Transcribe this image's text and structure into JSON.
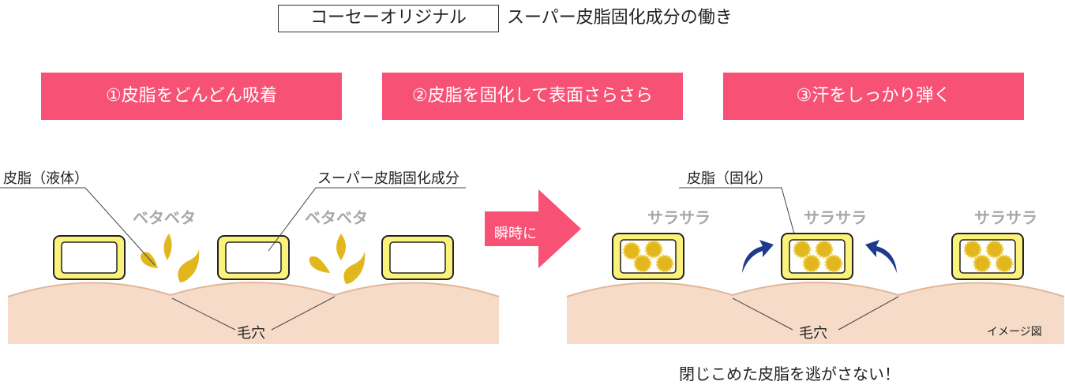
{
  "header": {
    "box_label": "コーセーオリジナル",
    "rest": "スーパー皮脂固化成分の働き"
  },
  "steps": [
    "①皮脂をどんどん吸着",
    "②皮脂を固化して表面さらさら",
    "③汗をしっかり弾く"
  ],
  "left_panel": {
    "label_sebum_liquid": "皮脂（液体）",
    "label_ingredient": "スーパー皮脂固化成分",
    "sticky_1": "ベタベタ",
    "sticky_2": "ベタベタ",
    "pore": "毛穴"
  },
  "arrow": {
    "label": "瞬時に"
  },
  "right_panel": {
    "label_sebum_solid": "皮脂（固化）",
    "smooth_1": "サラサラ",
    "smooth_2": "サラサラ",
    "smooth_3": "サラサラ",
    "pore": "毛穴",
    "image_note": "イメージ図"
  },
  "bottom_caption": "閉じこめた皮脂を逃がさない！",
  "colors": {
    "step_bg": "#f75175",
    "skin": "#f5dbc8",
    "skin_edge": "#e3b797",
    "frame": "#fbf27a",
    "sebum": "#e2b71d",
    "accent_arrow": "#f75175",
    "flick_arrow": "#1d3a8c"
  }
}
